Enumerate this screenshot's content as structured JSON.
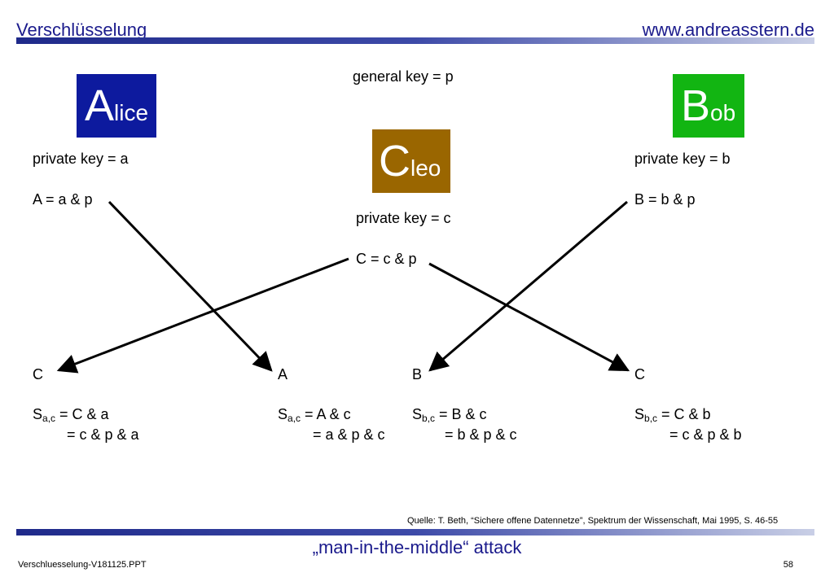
{
  "header": {
    "title": "Verschlüsselung",
    "website": "www.andreasstern.de"
  },
  "general_key": "general key = p",
  "colors": {
    "alice": "#0d1a9e",
    "bob": "#12b512",
    "cleo": "#9a6600",
    "header_text": "#1a1a8c"
  },
  "alice": {
    "initial": "A",
    "rest": "lice",
    "private_key": "private key = a",
    "public": "A = a & p"
  },
  "bob": {
    "initial": "B",
    "rest": "ob",
    "private_key": "private key = b",
    "public": "B = b & p"
  },
  "cleo": {
    "initial": "C",
    "rest": "leo",
    "private_key": "private key = c",
    "public": "C = c & p"
  },
  "results": [
    {
      "received": "C",
      "S": "S",
      "sub": "a,c",
      "line1": " = C & a",
      "line2": "= c & p & a"
    },
    {
      "received": "A",
      "S": "S",
      "sub": "a,c",
      "line1": " = A & c",
      "line2": "= a & p & c"
    },
    {
      "received": "B",
      "S": "S",
      "sub": "b,c",
      "line1": " = B & c",
      "line2": "= b & p & c"
    },
    {
      "received": "C",
      "S": "S",
      "sub": "b,c",
      "line1": " = C & b",
      "line2": "= c & p & b"
    }
  ],
  "source": {
    "label": "Quelle:",
    "text": "T. Beth, “Sichere offene Datennetze”, Spektrum der Wissenschaft, Mai 1995, S. 46-55"
  },
  "caption": "„man-in-the-middle“ attack",
  "footer": {
    "file": "Verschluesselung-V181125.PPT",
    "page": "58"
  }
}
